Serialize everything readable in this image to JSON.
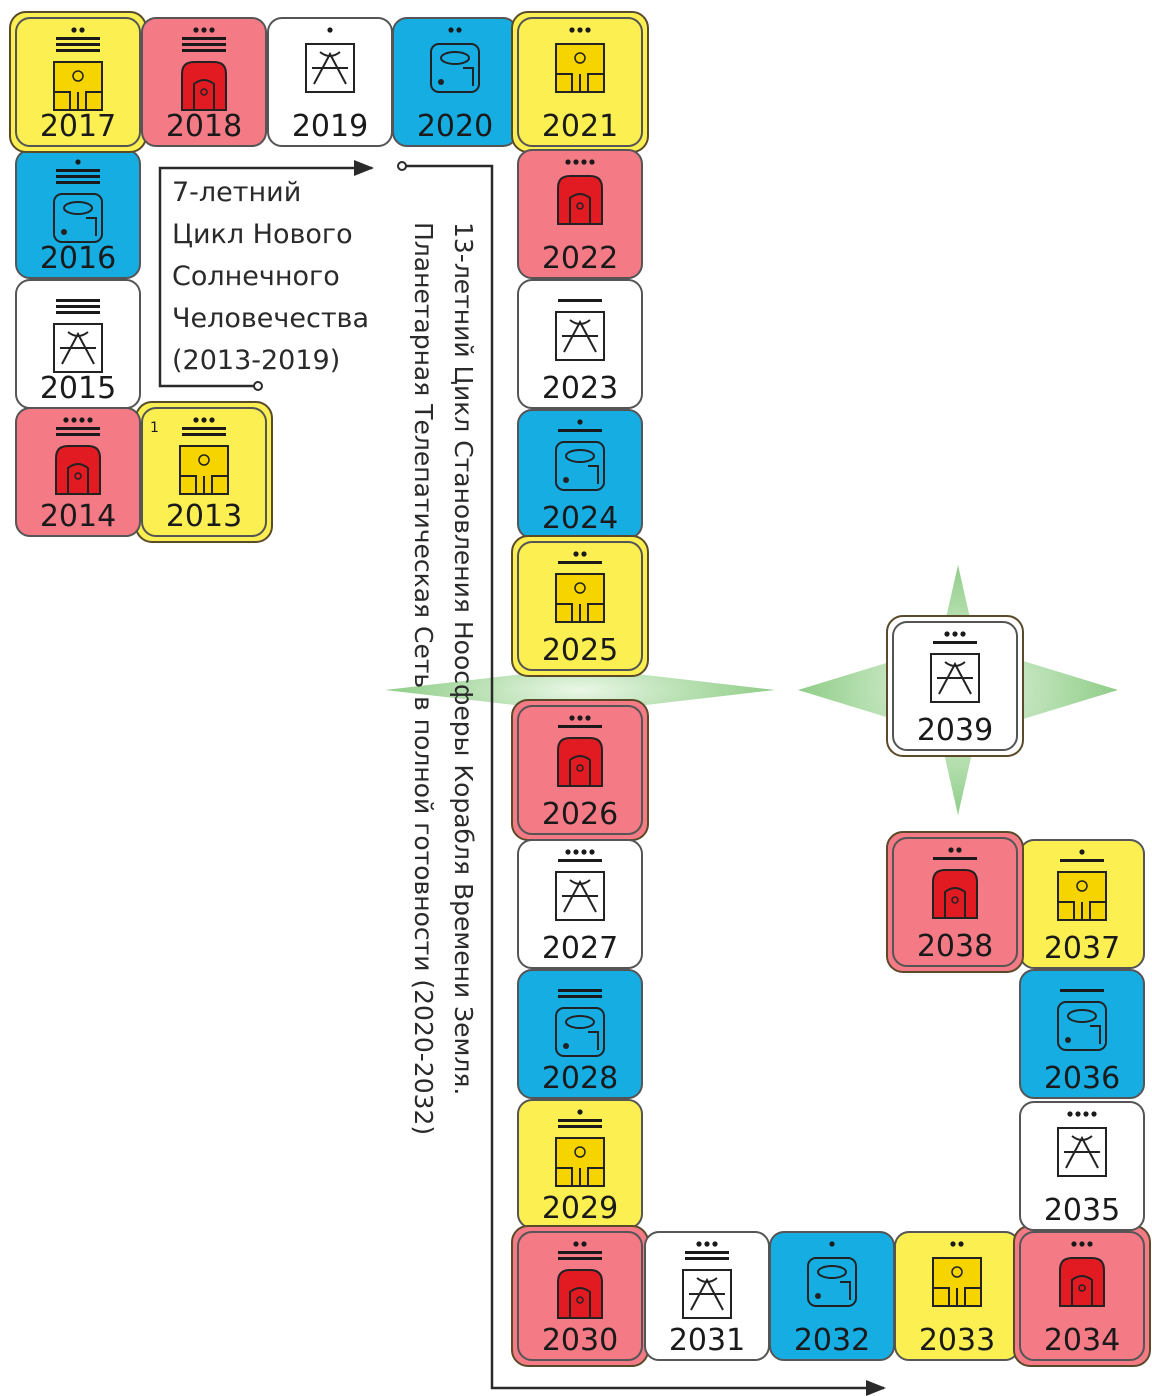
{
  "colors": {
    "red": "#f47a86",
    "red_glyph": "#e21a22",
    "white": "#ffffff",
    "blue": "#16ade3",
    "yellow": "#fbef52",
    "yellow_glyph": "#f5d400",
    "star": "#9fd59a",
    "line": "#2a2a2a"
  },
  "short_cycle": {
    "lines": [
      "7-летний",
      "Цикл Нового",
      "Солнечного",
      "Человечества",
      "(2013-2019)"
    ]
  },
  "long_cycle": {
    "line1": "13-летний Цикл Становления Ноосферы Корабля Времени Земля.",
    "line2": "Планетарная Телепатическая Сеть в полной готовности (2020-2032)"
  },
  "start_index": "1",
  "tiles": [
    {
      "year": "2013",
      "color": "yellow",
      "dots": 3,
      "bars": 2,
      "double": true
    },
    {
      "year": "2014",
      "color": "red",
      "dots": 4,
      "bars": 2
    },
    {
      "year": "2015",
      "color": "white",
      "dots": 0,
      "bars": 3
    },
    {
      "year": "2016",
      "color": "blue",
      "dots": 1,
      "bars": 3
    },
    {
      "year": "2017",
      "color": "yellow",
      "dots": 2,
      "bars": 3,
      "double": true
    },
    {
      "year": "2018",
      "color": "red",
      "dots": 3,
      "bars": 3
    },
    {
      "year": "2019",
      "color": "white",
      "dots": 1,
      "bars": 0
    },
    {
      "year": "2020",
      "color": "blue",
      "dots": 2,
      "bars": 0
    },
    {
      "year": "2021",
      "color": "yellow",
      "dots": 3,
      "bars": 0,
      "double": true
    },
    {
      "year": "2022",
      "color": "red",
      "dots": 4,
      "bars": 0
    },
    {
      "year": "2023",
      "color": "white",
      "dots": 0,
      "bars": 1
    },
    {
      "year": "2024",
      "color": "blue",
      "dots": 1,
      "bars": 1
    },
    {
      "year": "2025",
      "color": "yellow",
      "dots": 2,
      "bars": 1,
      "double": true
    },
    {
      "year": "2026",
      "color": "red",
      "dots": 3,
      "bars": 1,
      "double": true
    },
    {
      "year": "2027",
      "color": "white",
      "dots": 4,
      "bars": 1
    },
    {
      "year": "2028",
      "color": "blue",
      "dots": 0,
      "bars": 2
    },
    {
      "year": "2029",
      "color": "yellow",
      "dots": 1,
      "bars": 2
    },
    {
      "year": "2030",
      "color": "red",
      "dots": 2,
      "bars": 2,
      "double": true
    },
    {
      "year": "2031",
      "color": "white",
      "dots": 3,
      "bars": 2
    },
    {
      "year": "2032",
      "color": "blue",
      "dots": 1,
      "bars": 0
    },
    {
      "year": "2033",
      "color": "yellow",
      "dots": 2,
      "bars": 0
    },
    {
      "year": "2034",
      "color": "red",
      "dots": 3,
      "bars": 0,
      "double": true
    },
    {
      "year": "2035",
      "color": "white",
      "dots": 4,
      "bars": 0
    },
    {
      "year": "2036",
      "color": "blue",
      "dots": 0,
      "bars": 1
    },
    {
      "year": "2037",
      "color": "yellow",
      "dots": 1,
      "bars": 1
    },
    {
      "year": "2038",
      "color": "red",
      "dots": 2,
      "bars": 1,
      "double": true
    },
    {
      "year": "2039",
      "color": "white",
      "dots": 3,
      "bars": 1,
      "double": true
    }
  ]
}
